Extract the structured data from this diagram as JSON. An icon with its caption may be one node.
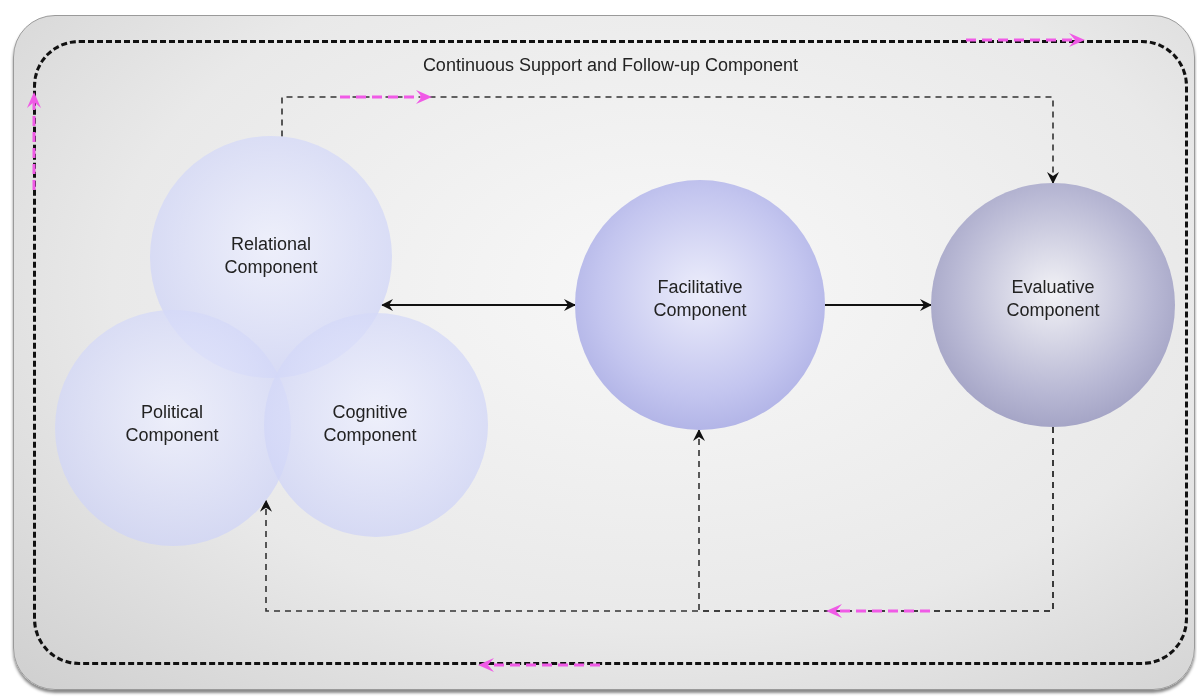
{
  "diagram": {
    "nodes": [
      {
        "text": [
          "Continuous Support and Follow-up Component"
        ]
      },
      {
        "text": [
          "Relational Component"
        ],
        "in": 0
      },
      {
        "text": [
          "Political Component"
        ],
        "in": 0
      },
      {
        "text": [
          "Cognitive Component"
        ],
        "in": 0
      },
      {
        "text": [
          "Facilitative Component"
        ],
        "in": 0
      },
      {
        "text": [
          "Evaluative Component"
        ],
        "in": 0
      }
    ],
    "edges": [
      {
        "from": 1,
        "to": 4,
        "arrow": "both"
      },
      {
        "from": 4,
        "to": 5,
        "arrow": "to"
      },
      {
        "from": 1,
        "to": 5,
        "arrow": "to",
        "style": "dashed"
      },
      {
        "from": 5,
        "to": 4,
        "arrow": "to",
        "style": "dashed"
      },
      {
        "from": 5,
        "to": 2,
        "arrow": "to",
        "style": "dashed"
      }
    ]
  }
}
